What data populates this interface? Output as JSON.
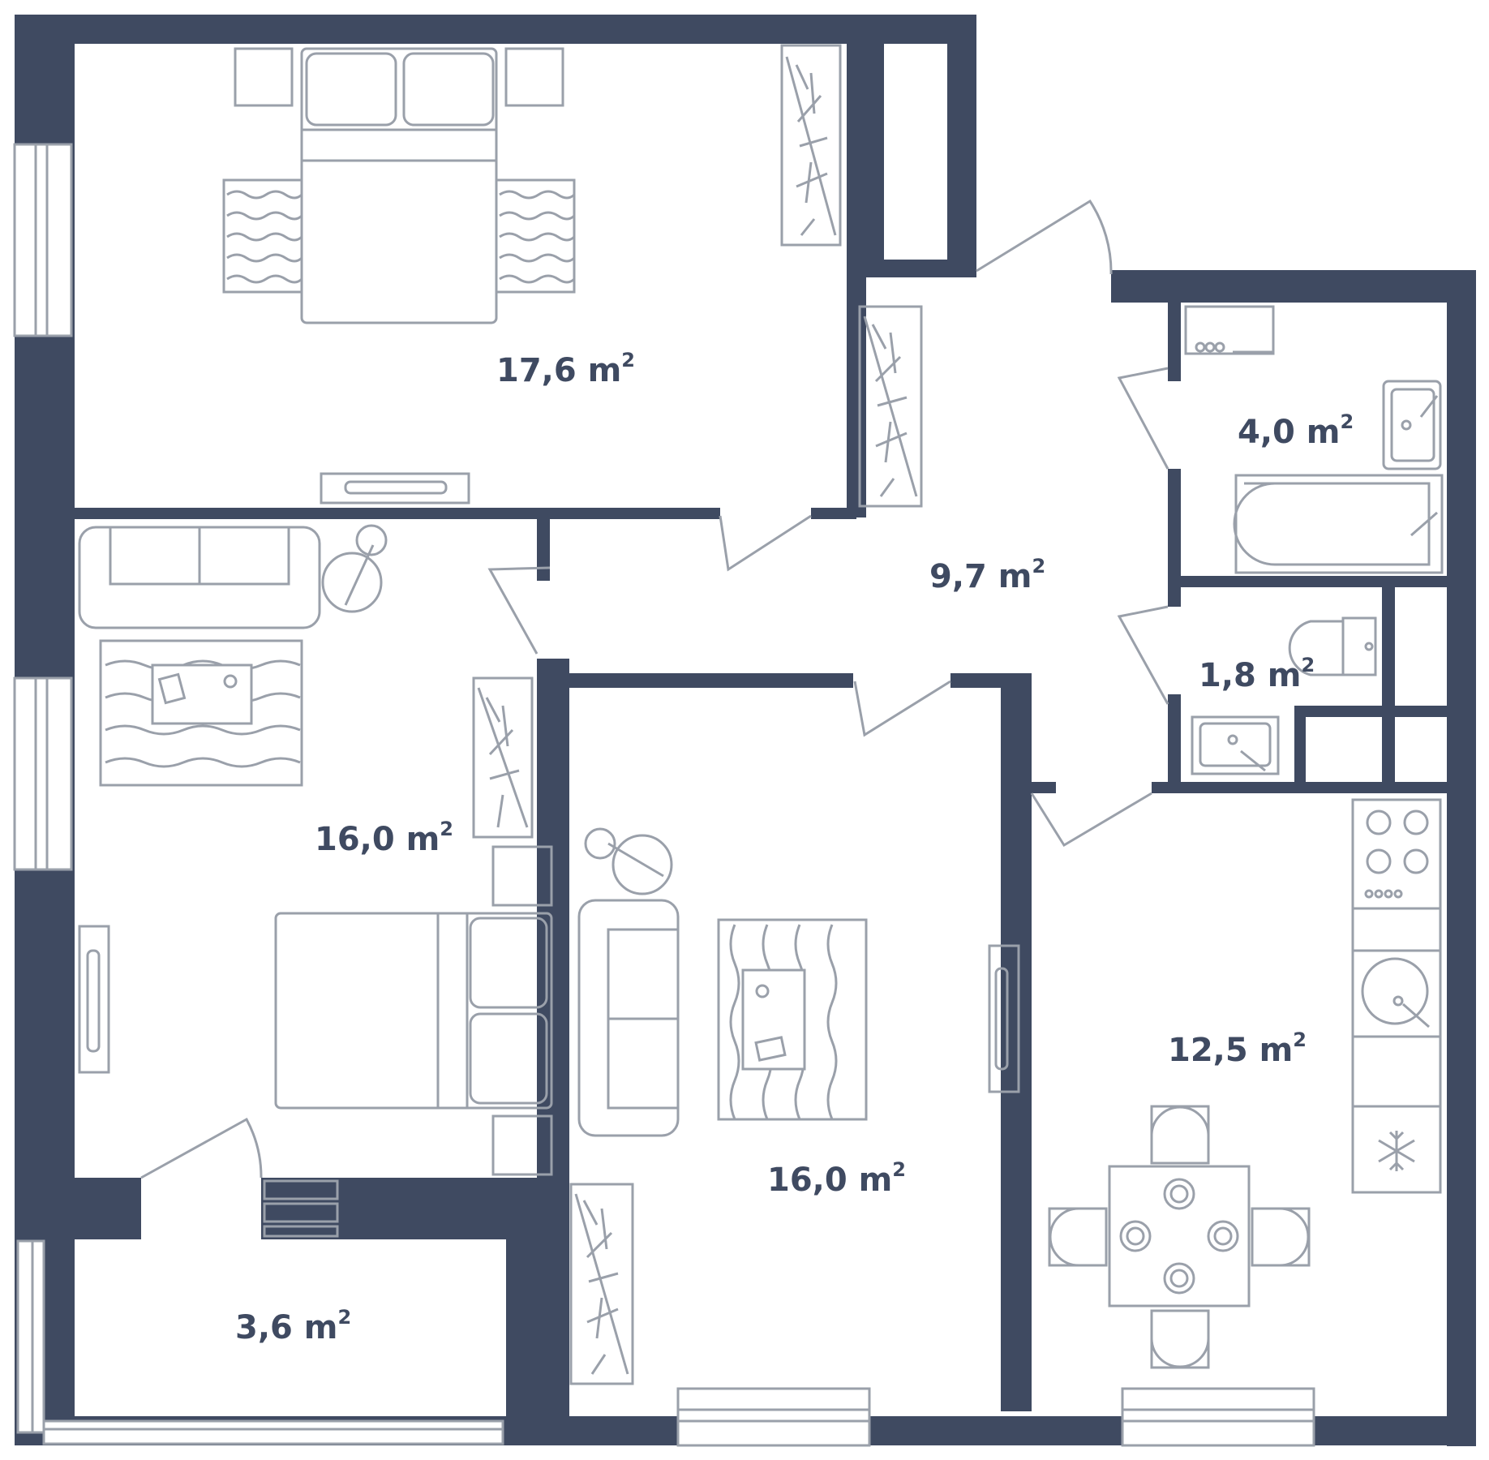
{
  "colors": {
    "wall": "#3f4a61",
    "furniture": "#9aa0aa",
    "text": "#3f4a61",
    "background": "#ffffff"
  },
  "rooms": [
    {
      "key": "bedroom_top",
      "area": "17,6 m",
      "sup": "2"
    },
    {
      "key": "bedroom_left",
      "area": "16,0 m",
      "sup": "2"
    },
    {
      "key": "living",
      "area": "16,0 m",
      "sup": "2"
    },
    {
      "key": "hall",
      "area": "9,7 m",
      "sup": "2"
    },
    {
      "key": "bathroom",
      "area": "4,0 m",
      "sup": "2"
    },
    {
      "key": "toilet",
      "area": "1,8 m",
      "sup": "2"
    },
    {
      "key": "kitchen",
      "area": "12,5 m",
      "sup": "2"
    },
    {
      "key": "balcony",
      "area": "3,6 m",
      "sup": "2"
    }
  ],
  "icons": {
    "freezer": "snowflake-icon",
    "stove": "stove-icon",
    "sink": "sink-icon",
    "wardrobe": "wardrobe-icon",
    "bed": "bed-icon",
    "sofa": "sofa-icon",
    "rug": "rug-icon",
    "tv": "tv-icon",
    "bath": "bathtub-icon",
    "toilet": "toilet-icon",
    "table": "dining-table-icon"
  }
}
